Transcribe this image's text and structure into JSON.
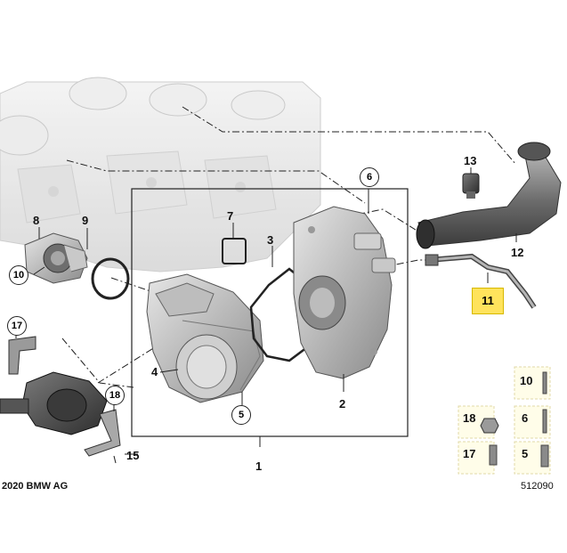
{
  "diagram": {
    "copyright": "2020 BMW AG",
    "diagram_number": "512090",
    "highlighted_part": "11",
    "callouts": {
      "p1": "1",
      "p2": "2",
      "p4": "4",
      "p5": "5",
      "p6": "6",
      "p7": "7",
      "p8": "8",
      "p9": "9",
      "p10": "10",
      "p11": "11",
      "p12": "12",
      "p13": "13",
      "p15": "15",
      "p17": "17",
      "p18": "18"
    },
    "legend": {
      "r10": "10",
      "r18": "18",
      "r6": "6",
      "r17": "17",
      "r5": "5"
    }
  }
}
